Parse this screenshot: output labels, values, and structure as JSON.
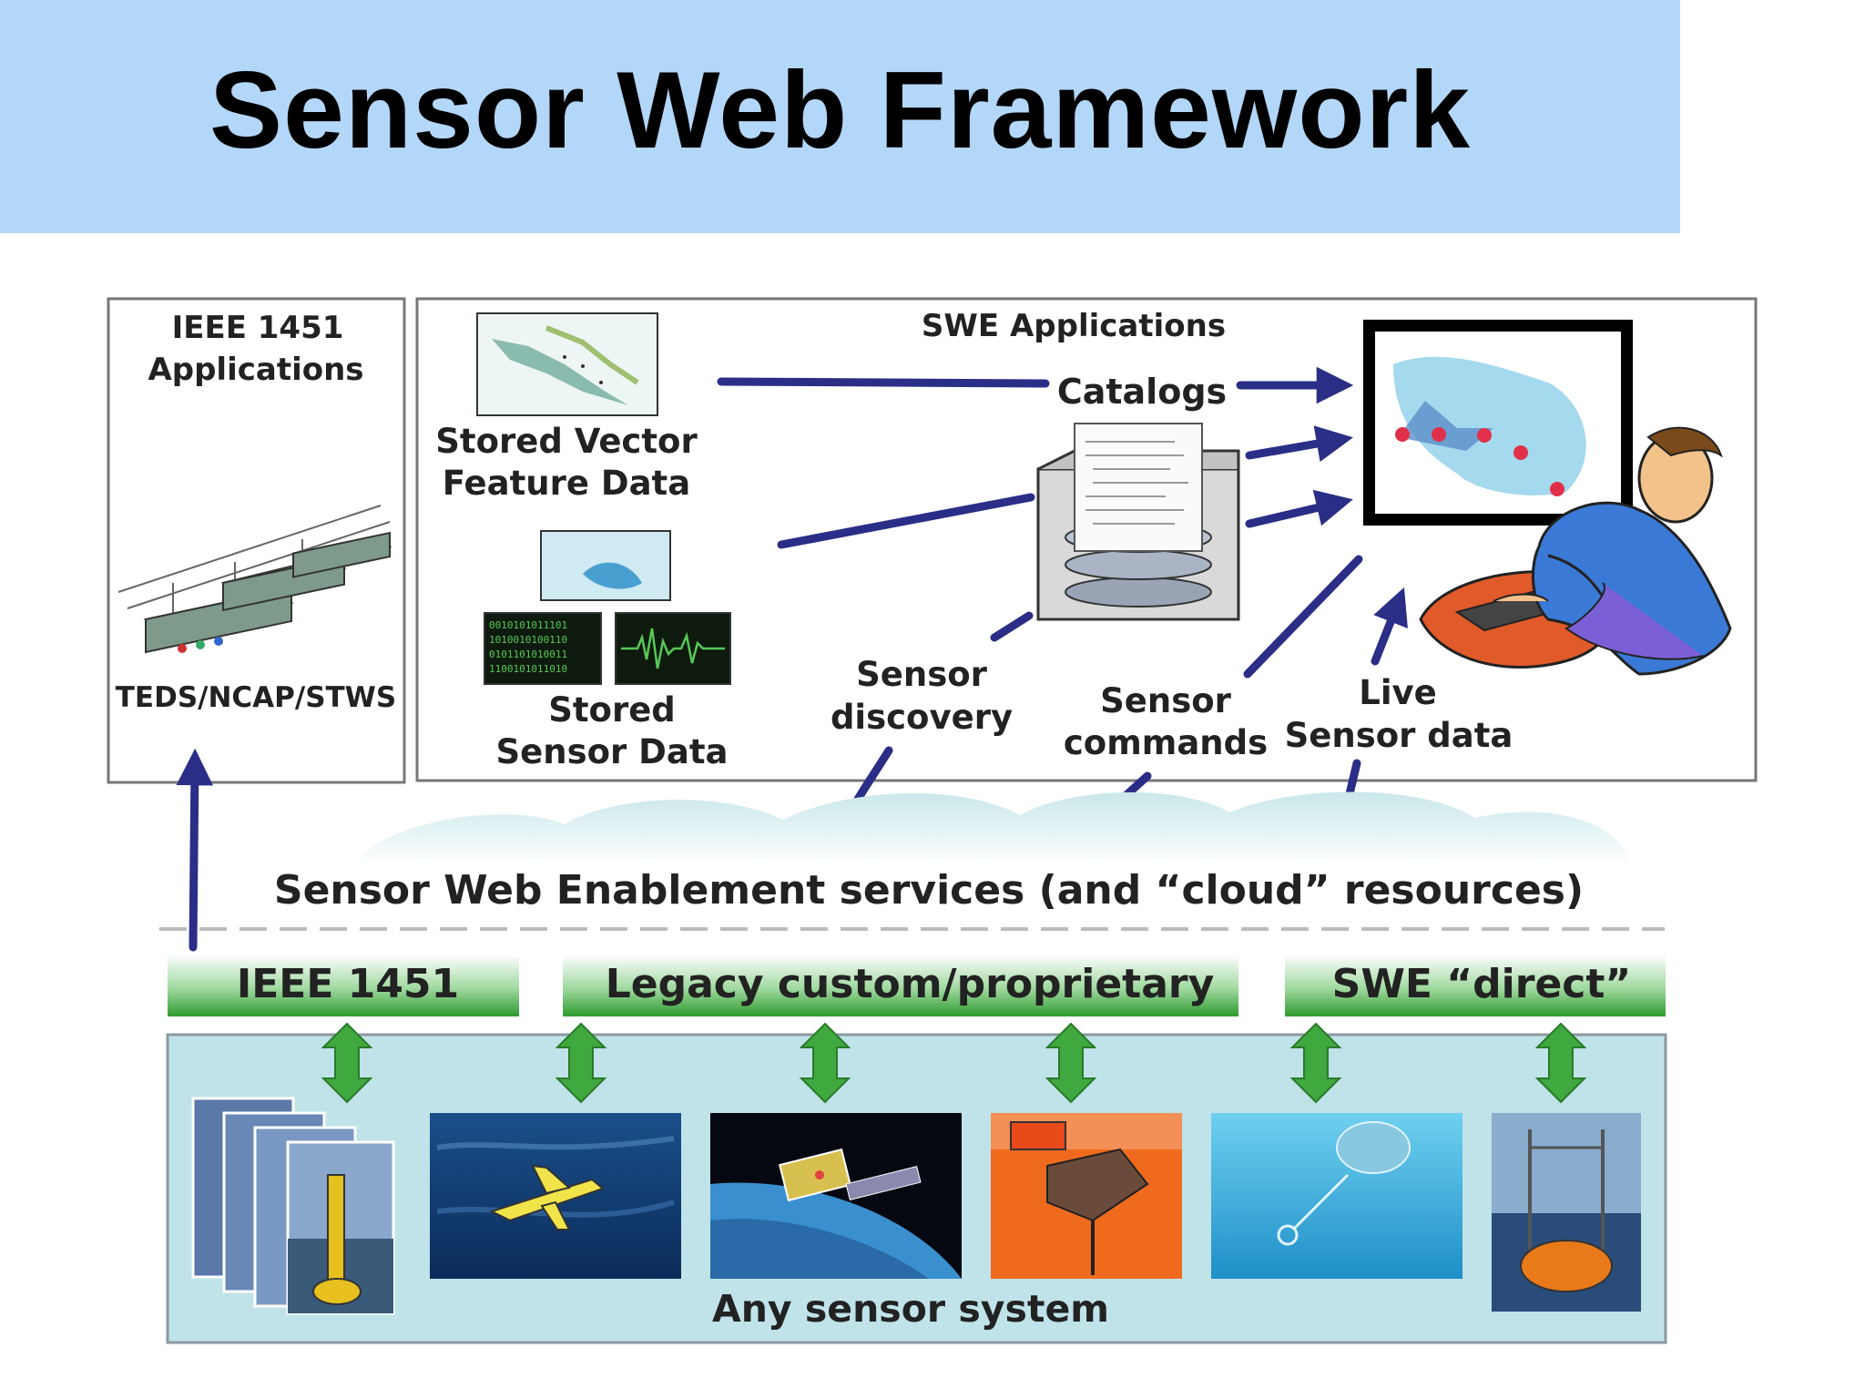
{
  "slide": {
    "title": "Sensor Web Framework"
  },
  "ieee_panel": {
    "title_line1": "IEEE 1451",
    "title_line2": "Applications",
    "caption": "TEDS/NCAP/STWS"
  },
  "swe_panel": {
    "title": "SWE Applications",
    "stored_vector_line1": "Stored Vector",
    "stored_vector_line2": "Feature Data",
    "stored_sensor_line1": "Stored",
    "stored_sensor_line2": "Sensor Data",
    "catalogs": "Catalogs",
    "sensor_discovery_line1": "Sensor",
    "sensor_discovery_line2": "discovery",
    "sensor_commands_line1": "Sensor",
    "sensor_commands_line2": "commands",
    "live_data_line1": "Live",
    "live_data_line2": "Sensor data"
  },
  "cloud": {
    "label": "Sensor Web Enablement services (and “cloud” resources)"
  },
  "bars": {
    "ieee": "IEEE 1451",
    "legacy": "Legacy custom/proprietary",
    "swe_direct": "SWE “direct”"
  },
  "sensors": {
    "caption": "Any sensor system"
  },
  "colors": {
    "title_band": "#b3d7f9",
    "arrow_navy": "#2b2e86",
    "bar_green": "#3ea83e",
    "arrow_green": "#3fa83f",
    "sensor_panel": "#bfe3e8"
  }
}
